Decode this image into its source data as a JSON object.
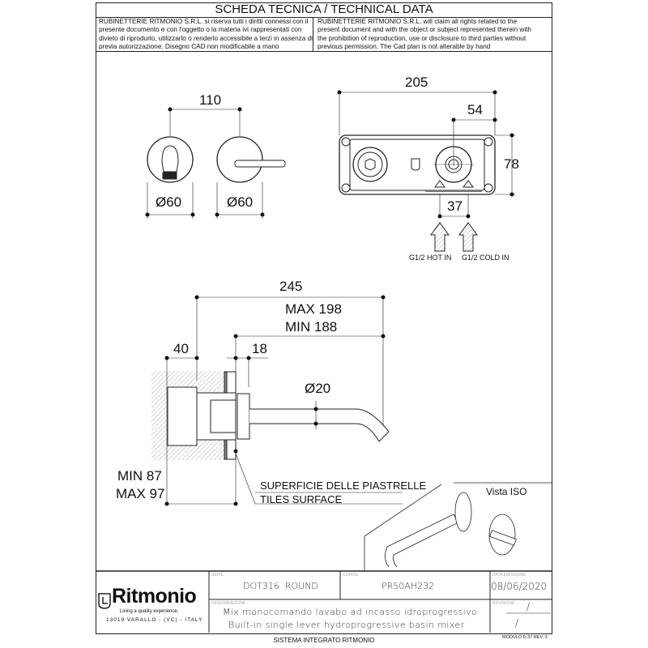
{
  "header": {
    "title": "SCHEDA TECNICA / TECHNICAL DATA",
    "note_it": "RUBINETTERIE RITMONIO S.R.L. si riserva tutti i diritti connessi con il presente documento e con l'oggetto o la materia ivi rappresentati con divieto di riprodurlo, utilizzarlo o renderlo accessibile a terzi in assenza di previa autorizzazione. Disegno CAD non modificabile a mano",
    "note_en": "RUBINETTERIE RITMONIO S.R.L. will claim all rights related to the present document and with the object or subject represented therein with the prohibition  of reproduction, use or disclosure to third parties without previous permission.  The Cad plan is not alterable by hand"
  },
  "drawing": {
    "front": {
      "distance": "110",
      "diameter_left": "Ø60",
      "diameter_right": "Ø60"
    },
    "box": {
      "width": "205",
      "offset": "54",
      "height": "78",
      "inlet_spacing": "37",
      "hot_in": "G1/2 HOT IN",
      "cold_in": "G1/2 COLD IN"
    },
    "side": {
      "overall": "245",
      "max_projection": "MAX 198",
      "min_projection": "MIN 188",
      "body_depth": "40",
      "plate": "18",
      "spout_diameter": "Ø20",
      "min_wall": "MIN 87",
      "max_wall": "MAX 97",
      "tiles_it": "SUPERFICIE DELLE PIASTRELLE",
      "tiles_en": "TILES SURFACE"
    },
    "iso_label": "Vista ISO"
  },
  "title_block": {
    "brand": "Ritmonio",
    "tagline": "Living a quality experience.",
    "address": "13019 VARALLO - (VC) - ITALY",
    "serie_label": "SERIE",
    "serie": "DOT316  ROUND",
    "codice_label": "CODICE",
    "codice": "PR50AH232",
    "data_label": "DATA EMISSIONE",
    "data": "08/06/2020",
    "denominazione_label": "DENOMINAZIONE",
    "desc_it": "Mix monocomando lavabo ad incasso idroprogressivo",
    "desc_en": "Built-in single lever hydroprogressive basin mixer",
    "revisione_label": "REVISIONE",
    "revisione": "/",
    "revisione_2": "/"
  },
  "footer": {
    "system": "SISTEMA INTEGRATO RITMONIO",
    "module": "MODULO D.37 REV. 3"
  }
}
